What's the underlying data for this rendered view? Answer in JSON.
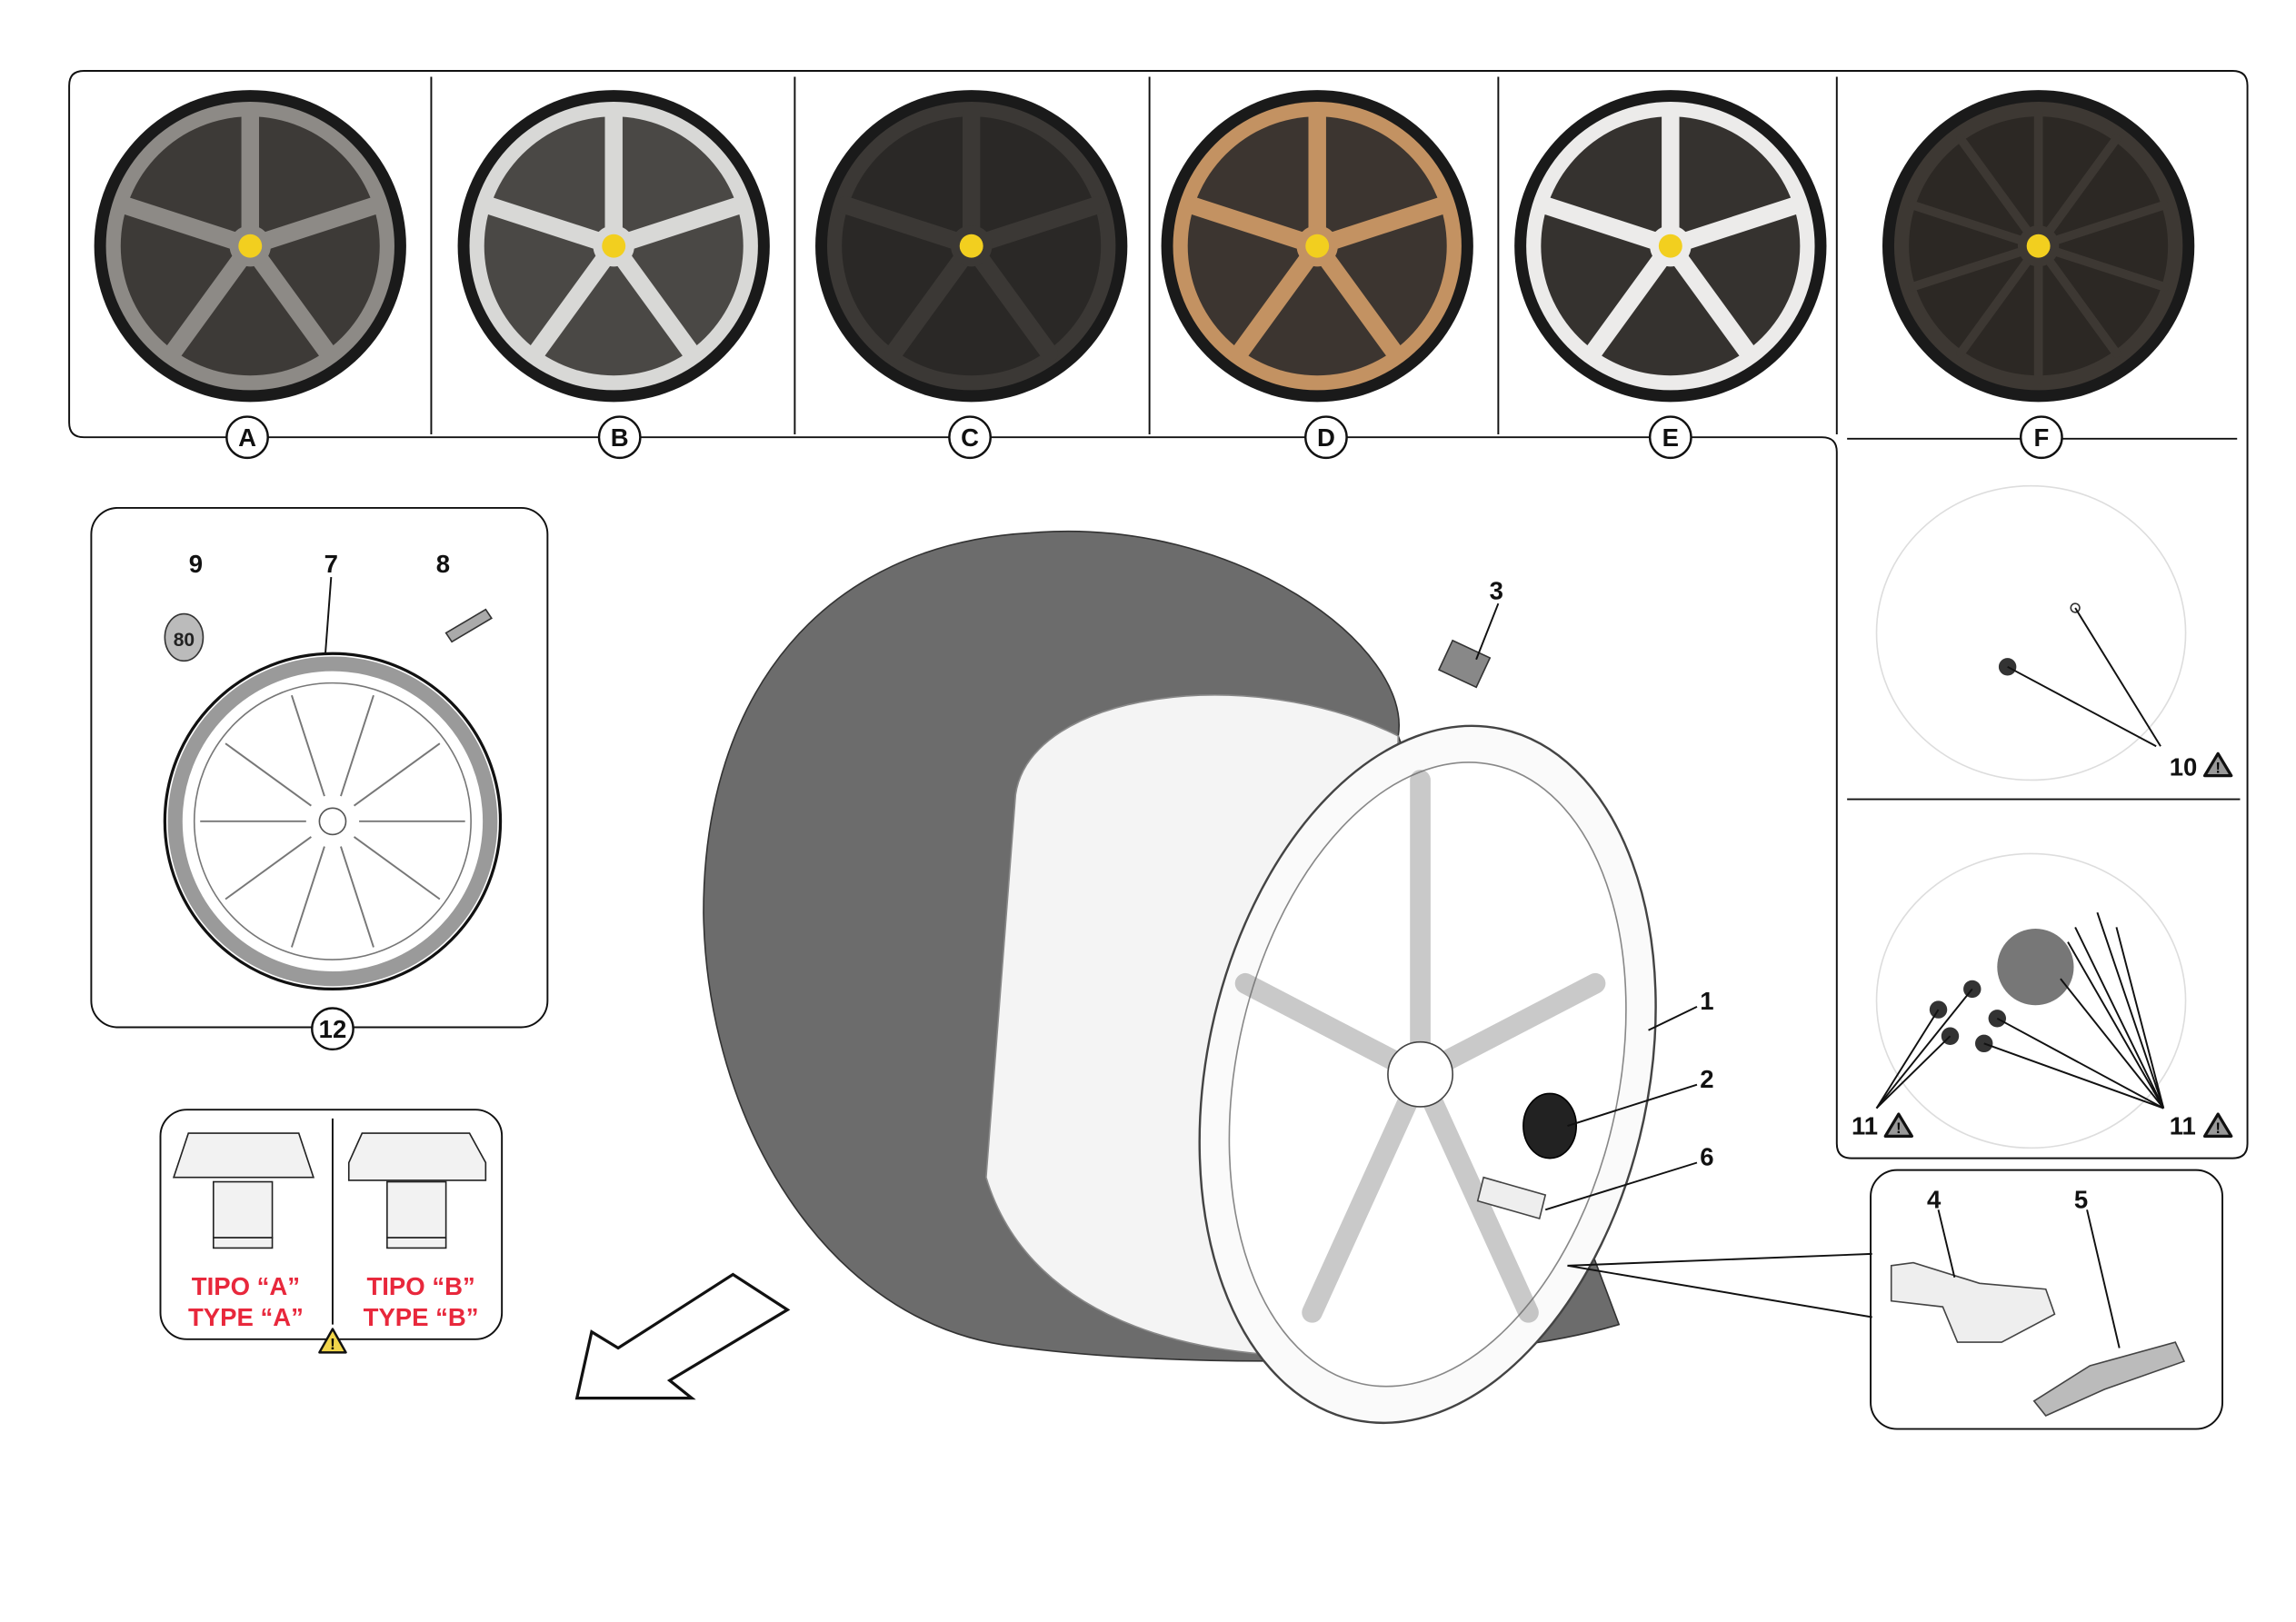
{
  "variants": [
    {
      "letter": "A",
      "finish": "#8d8a86",
      "disc": "#3d3a37"
    },
    {
      "letter": "B",
      "finish": "#d8d8d6",
      "disc": "#4a4845"
    },
    {
      "letter": "C",
      "finish": "#3b3835",
      "disc": "#2a2826"
    },
    {
      "letter": "D",
      "finish": "#c39262",
      "disc": "#3c3530"
    },
    {
      "letter": "E",
      "finish": "#ecebea",
      "disc": "#35322f"
    },
    {
      "letter": "F",
      "finish": "#3d3833",
      "disc": "#2c2824"
    }
  ],
  "spare_wheel": {
    "labels": {
      "badge": "9",
      "wheel": "7",
      "valve": "8",
      "group": "12"
    },
    "badge_text": "80"
  },
  "cap_types": {
    "type_a": {
      "line1": "TIPO “A”",
      "line2": "TYPE “A”"
    },
    "type_b": {
      "line1": "TIPO “B”",
      "line2": "TYPE “B”"
    },
    "warning_icon": "warning-triangle-icon",
    "text_color": "#e8283c"
  },
  "main_labels": {
    "rim": "1",
    "center_cap": "2",
    "weight": "3",
    "bolt": "6"
  },
  "sensor_box": {
    "sensor": "4",
    "valve": "5"
  },
  "bolt_panels": {
    "upper": "10",
    "lower_left": "11",
    "lower_right": "11"
  }
}
